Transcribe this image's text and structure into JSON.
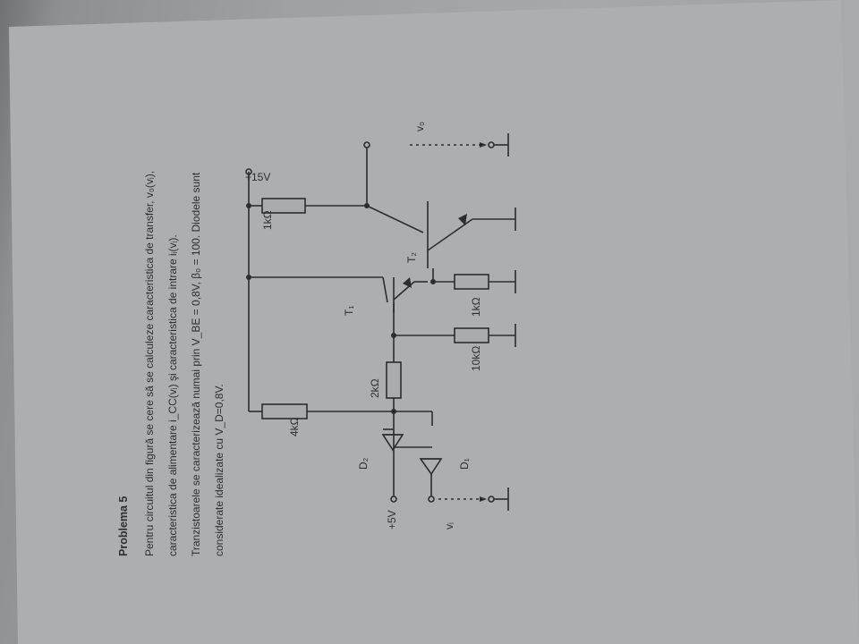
{
  "problem": {
    "title": "Problema 5",
    "line1": "Pentru circuitul din figură se cere să se calculeze caracteristica de transfer, v₀(vᵢ),",
    "line2": "caracteristica de alimentare i_CC(vᵢ) şi caracteristica de intrare iᵢ(vᵢ).",
    "line3": "Tranzistoarele se caracterizează numai prin V_BE = 0,8V, β₀ = 100. Diodele sunt",
    "line4": "considerate idealizate cu V_D=0,8V."
  },
  "circuit": {
    "supply_label": "+15V",
    "supply5_label": "+5V",
    "r4k": "4kΩ",
    "r2k": "2kΩ",
    "r10k": "10kΩ",
    "r1k_emitter": "1kΩ",
    "r1k_collector": "1kΩ",
    "d1": "D₁",
    "d2": "D₂",
    "t1": "T₁",
    "t2": "T₂",
    "vi": "vᵢ",
    "vo": "v₀"
  }
}
